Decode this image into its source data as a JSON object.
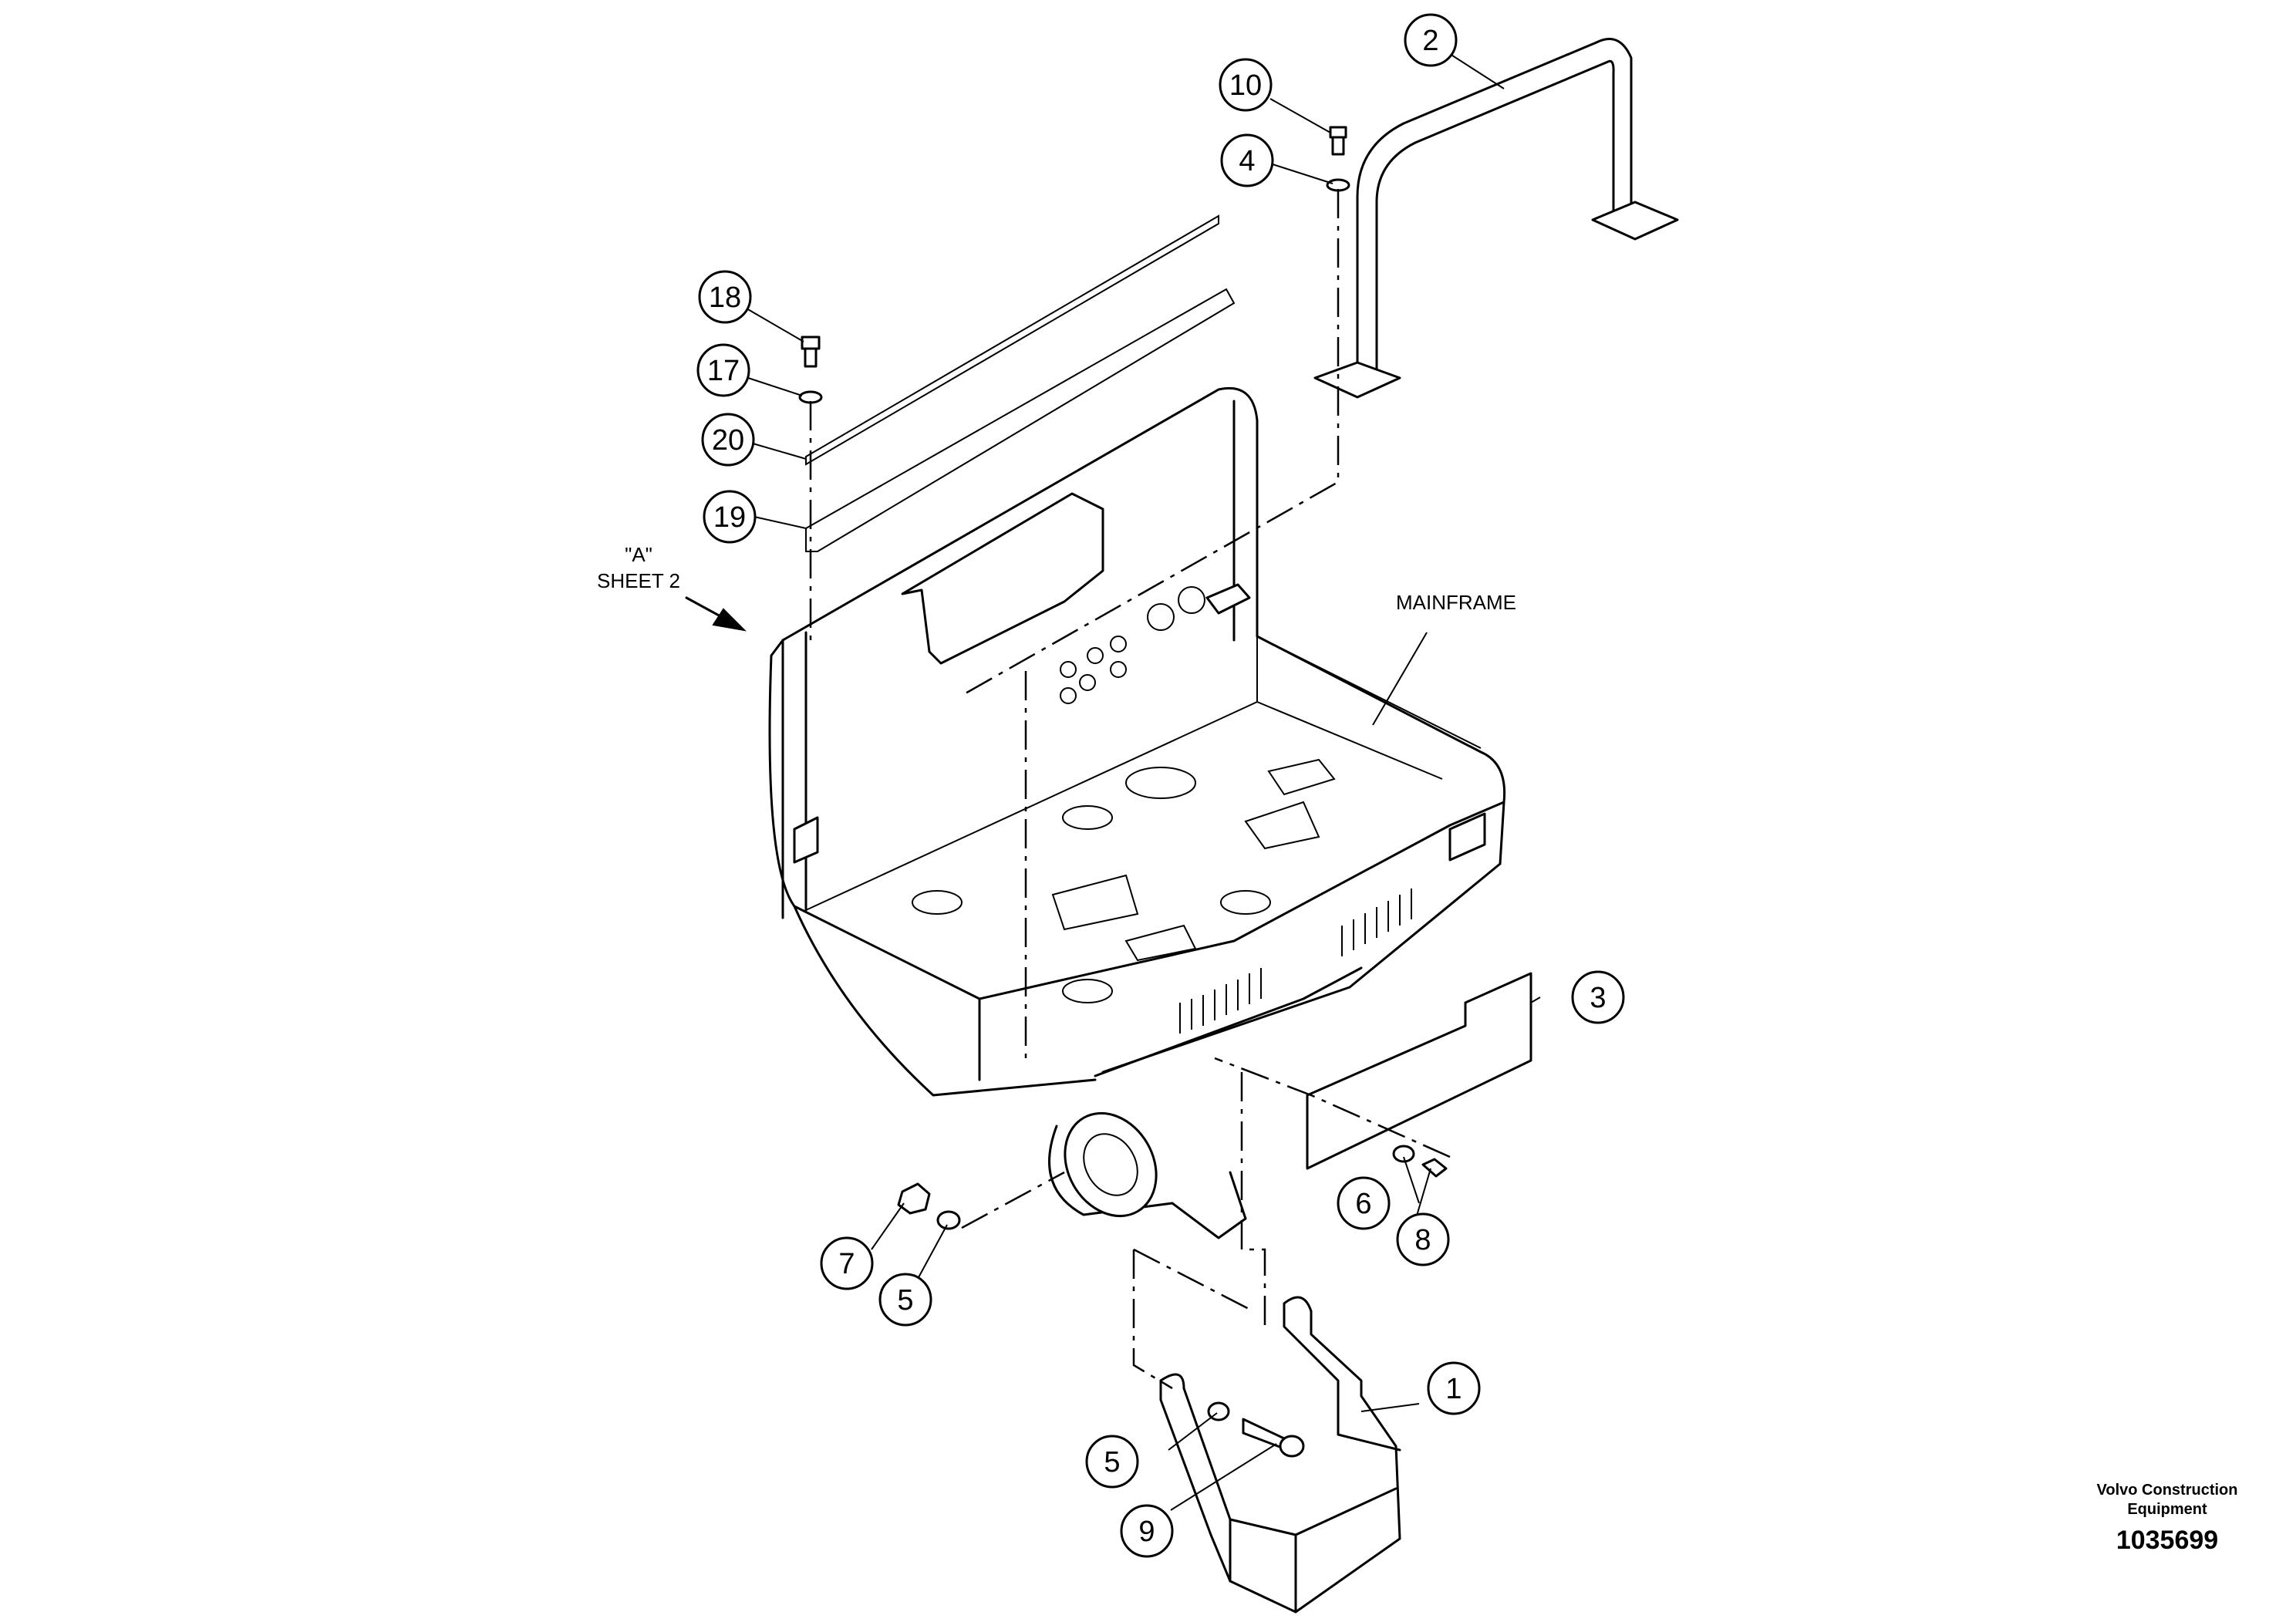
{
  "drawing": {
    "callouts": [
      "1",
      "2",
      "3",
      "4",
      "5",
      "5",
      "6",
      "7",
      "8",
      "9",
      "10",
      "17",
      "18",
      "19",
      "20"
    ],
    "labels": {
      "mainframe": "MAINFRAME",
      "view_ref_line1": "\"A\"",
      "view_ref_line2": "SHEET 2"
    }
  },
  "brand": {
    "company_line1": "Volvo Construction",
    "company_line2": "Equipment",
    "document_number": "1035699"
  }
}
